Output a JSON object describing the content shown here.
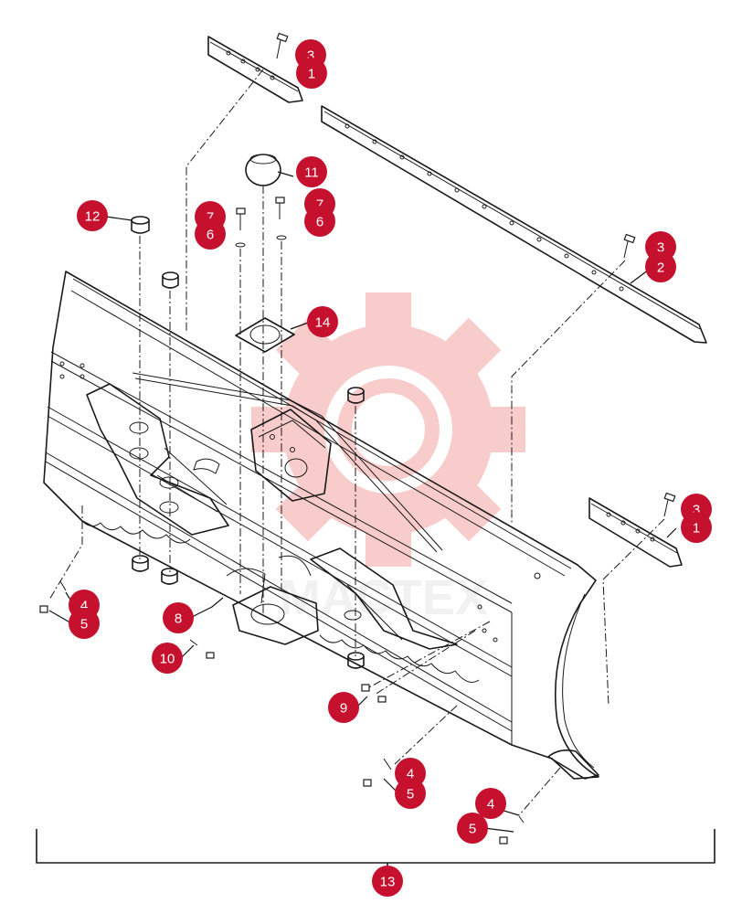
{
  "diagram": {
    "colors": {
      "callout": "#c5102e",
      "line": "#1a1a1a",
      "watermark": "#f3a9a9"
    },
    "watermark_text": "MACTEX",
    "callouts": [
      {
        "id": "c3a",
        "label": "3"
      },
      {
        "id": "c1a",
        "label": "1"
      },
      {
        "id": "c11",
        "label": "11"
      },
      {
        "id": "c12",
        "label": "12"
      },
      {
        "id": "c7a",
        "label": "7"
      },
      {
        "id": "c6a",
        "label": "6"
      },
      {
        "id": "c7b",
        "label": "7"
      },
      {
        "id": "c6b",
        "label": "6"
      },
      {
        "id": "c3b",
        "label": "3"
      },
      {
        "id": "c2",
        "label": "2"
      },
      {
        "id": "c14",
        "label": "14"
      },
      {
        "id": "c3c",
        "label": "3"
      },
      {
        "id": "c1b",
        "label": "1"
      },
      {
        "id": "c4a",
        "label": "4"
      },
      {
        "id": "c5a",
        "label": "5"
      },
      {
        "id": "c8",
        "label": "8"
      },
      {
        "id": "c10",
        "label": "10"
      },
      {
        "id": "c9",
        "label": "9"
      },
      {
        "id": "c4b",
        "label": "4"
      },
      {
        "id": "c5b",
        "label": "5"
      },
      {
        "id": "c4c",
        "label": "4"
      },
      {
        "id": "c5c",
        "label": "5"
      },
      {
        "id": "c13",
        "label": "13"
      }
    ]
  }
}
